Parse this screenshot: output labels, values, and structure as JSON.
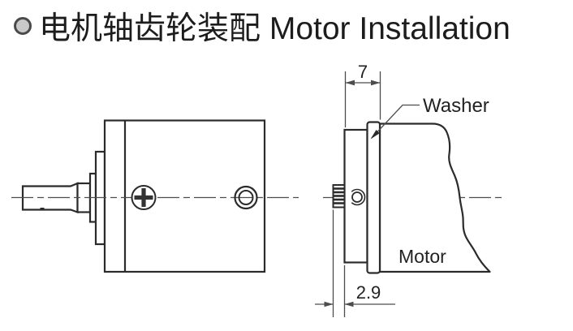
{
  "header": {
    "bullet_icon": "circle-bullet",
    "title": "电机轴齿轮装配 Motor Installation"
  },
  "diagram": {
    "dim_top": "7",
    "dim_bottom": "2.9",
    "label_washer": "Washer",
    "label_motor": "Motor",
    "colors": {
      "outline": "#2b2b2b",
      "thin_line": "#4d4d4d",
      "text": "#222222",
      "bullet_fill": "#c9c9c9"
    }
  }
}
